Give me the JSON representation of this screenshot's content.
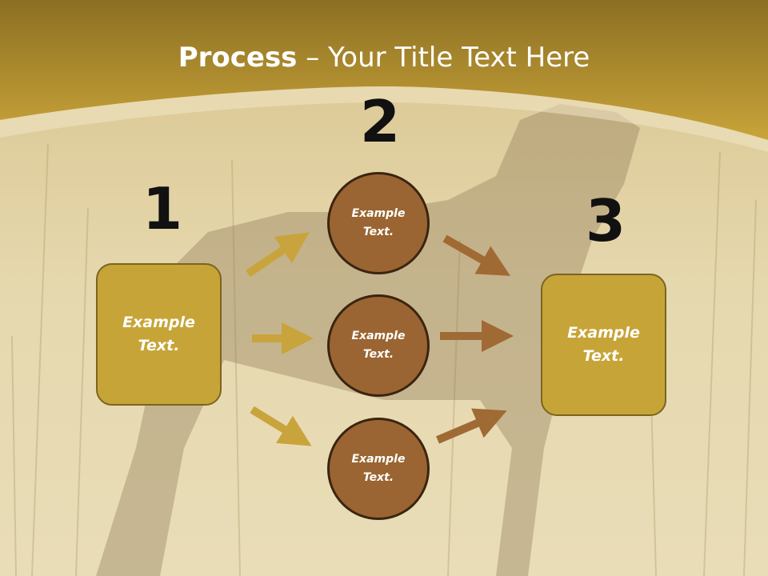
{
  "title": {
    "bold": "Process",
    "rest": " – Your Title Text Here"
  },
  "steps": {
    "one": "1",
    "two": "2",
    "three": "3"
  },
  "left_box": {
    "label": "Example\nText."
  },
  "right_box": {
    "label": "Example\nText."
  },
  "circles": [
    {
      "label": "Example\nText."
    },
    {
      "label": "Example\nText."
    },
    {
      "label": "Example\nText."
    }
  ],
  "colors": {
    "header": "#b8952f",
    "box": "#c7a437",
    "circle": "#9a6532",
    "arrow_gold": "#c9a43c",
    "arrow_brown": "#a06a34"
  }
}
